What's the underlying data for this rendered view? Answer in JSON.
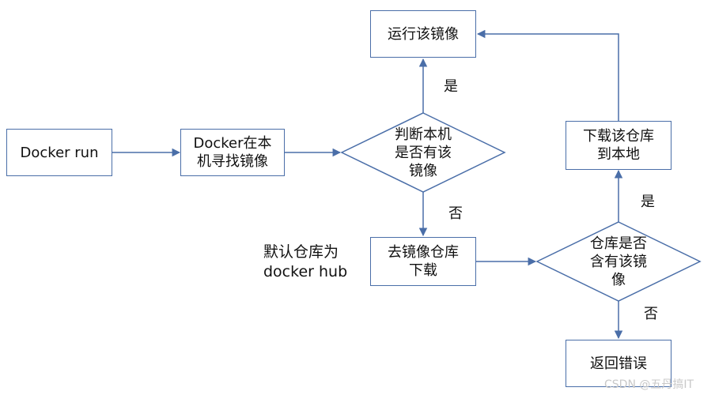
{
  "nodes": {
    "docker_run": "Docker run",
    "search_local": "Docker在本\n机寻找镜像",
    "check_local": "判断本机\n是否有该\n镜像",
    "run_image": "运行该镜像",
    "download_repo": "去镜像仓库\n下载",
    "check_repo": "仓库是否\n含有该镜\n像",
    "download_local": "下载该仓库\n到本地",
    "return_error": "返回错误"
  },
  "edge_labels": {
    "local_yes": "是",
    "local_no": "否",
    "repo_yes": "是",
    "repo_no": "否"
  },
  "note": "默认仓库为\ndocker hub",
  "watermark": "CSDN @五丹搞IT",
  "colors": {
    "line": "#4a6ea8",
    "border": "#4a6ea8"
  }
}
